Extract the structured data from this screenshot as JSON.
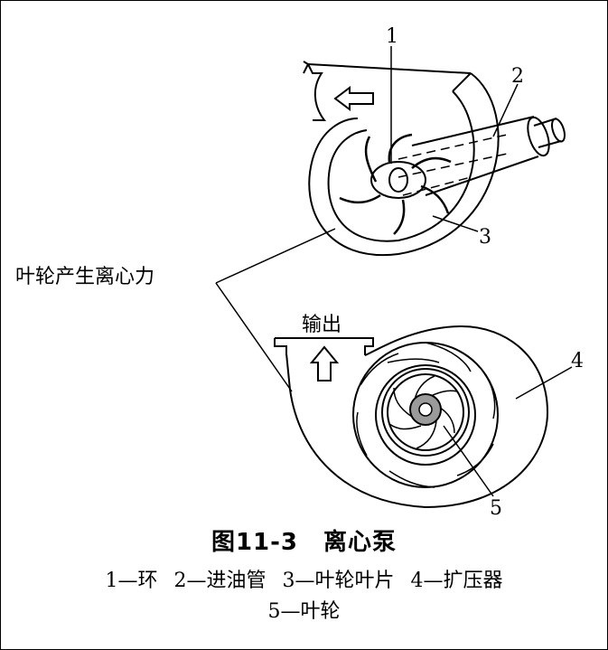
{
  "labels": {
    "n1": "1",
    "n2": "2",
    "n3": "3",
    "n4": "4",
    "n5": "5",
    "centrifugal_force": "叶轮产生离心力",
    "output": "输出"
  },
  "caption": {
    "figure_number": "图11-3",
    "title": "离心泵"
  },
  "legend": [
    "1—环",
    "2—进油管",
    "3—叶轮叶片",
    "4—扩压器",
    "5—叶轮"
  ],
  "colors": {
    "ink": "#000000",
    "hub_gray": "#9a9a9a",
    "background": "#ffffff"
  }
}
